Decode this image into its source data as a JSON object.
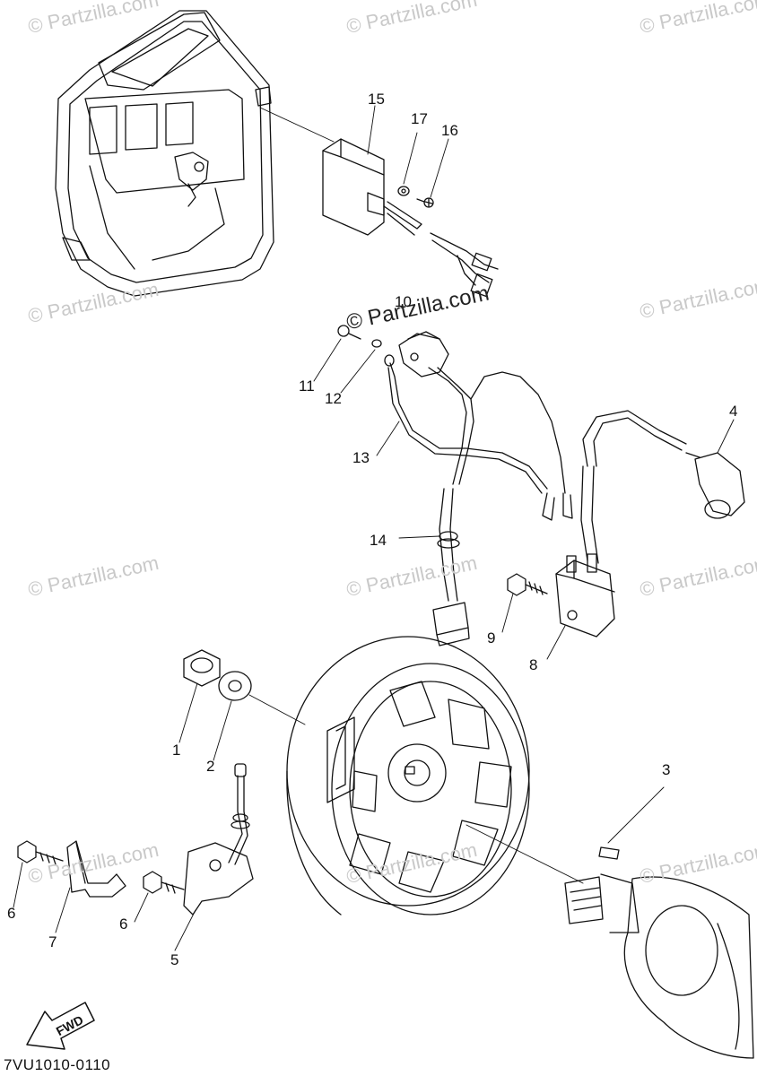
{
  "callouts": {
    "n1": "1",
    "n2": "2",
    "n3": "3",
    "n4": "4",
    "n5": "5",
    "n6a": "6",
    "n6b": "6",
    "n7": "7",
    "n8": "8",
    "n9": "9",
    "n10": "10",
    "n11": "11",
    "n12": "12",
    "n13": "13",
    "n14": "14",
    "n15": "15",
    "n16": "16",
    "n17": "17"
  },
  "watermark": {
    "text": "© Partzilla.com"
  },
  "fwd_label": "FWD",
  "diagram_code": "7VU1010-0110"
}
